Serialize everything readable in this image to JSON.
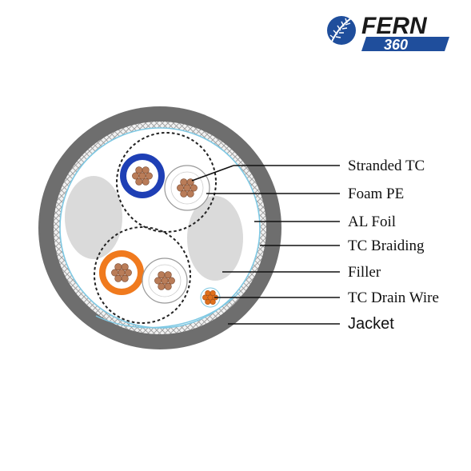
{
  "logo": {
    "brand": "FERN",
    "number": "360",
    "colors": {
      "dark": "#1a1a1a",
      "blue": "#1f4e9c"
    }
  },
  "diagram": {
    "colors": {
      "jacket": "#6e6e6e",
      "braid": "#bdbdbd",
      "foil": "#7ec8e3",
      "filler": "#dadada",
      "pair_a": "#1e3fb5",
      "pair_b": "#f07a1e",
      "copper": "#b97c58",
      "drain": "#e0701c",
      "leader": "#111111"
    },
    "labels": [
      {
        "id": "stranded-tc",
        "text": "Stranded TC"
      },
      {
        "id": "foam-pe",
        "text": "Foam PE"
      },
      {
        "id": "al-foil",
        "text": "AL Foil"
      },
      {
        "id": "tc-braiding",
        "text": "TC Braiding"
      },
      {
        "id": "filler",
        "text": "Filler"
      },
      {
        "id": "tc-drain-wire",
        "text": "TC Drain Wire"
      },
      {
        "id": "jacket",
        "text": "Jacket"
      }
    ]
  }
}
